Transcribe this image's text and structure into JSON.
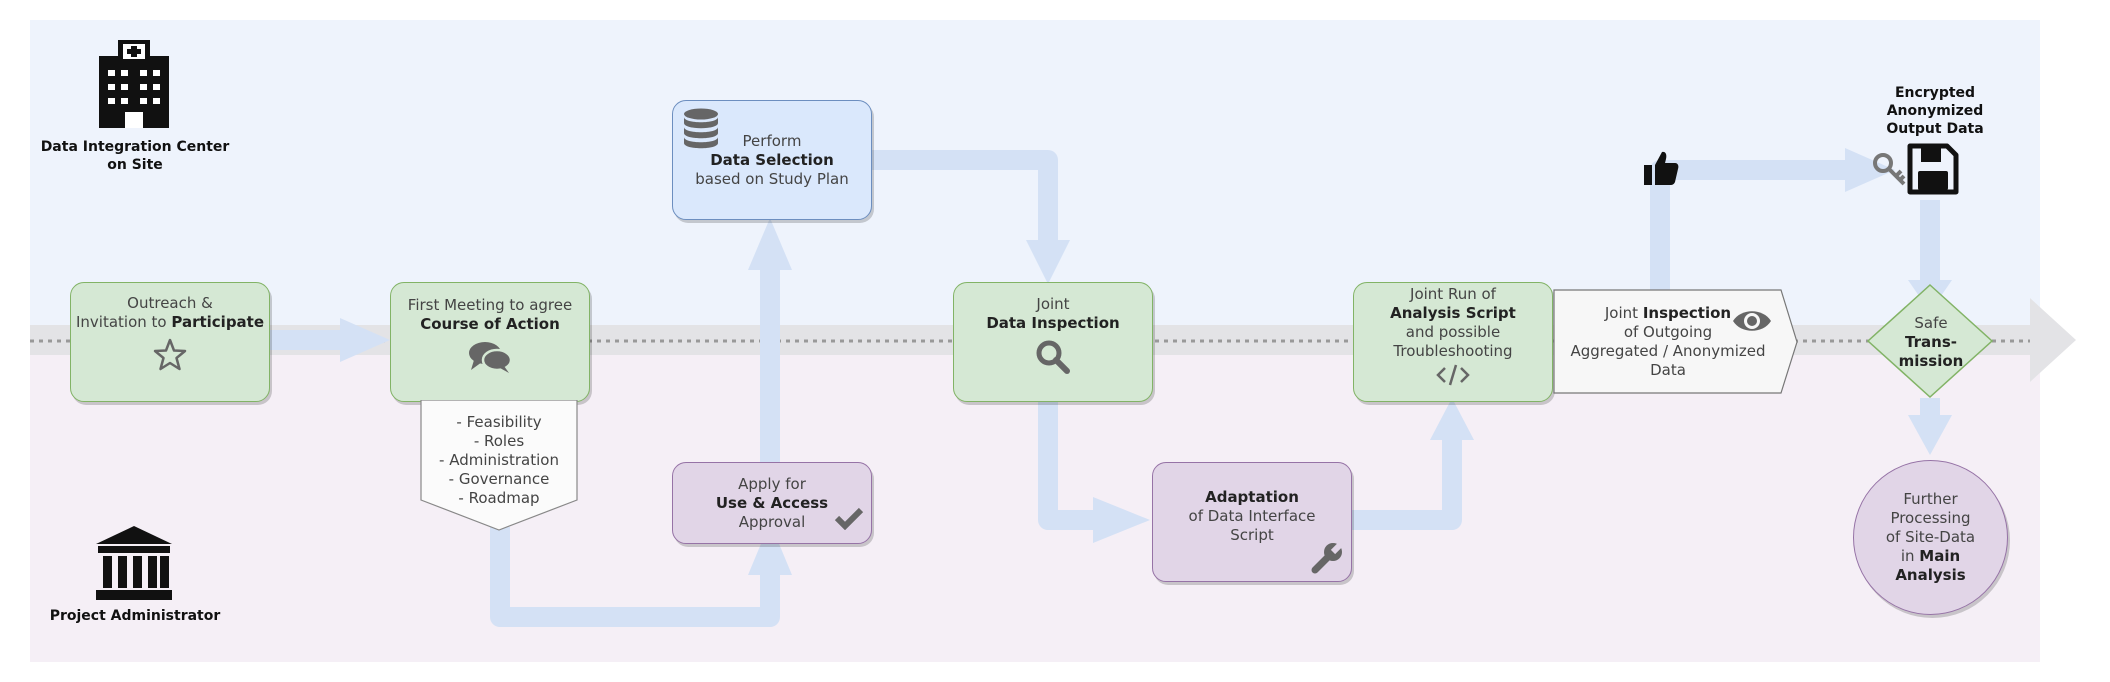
{
  "actors": {
    "site": {
      "line1": "Data Integration Center",
      "line2": "on Site"
    },
    "admin": {
      "label": "Project Administrator"
    },
    "output": {
      "line1": "Encrypted",
      "line2": "Anonymized",
      "line3": "Output Data"
    }
  },
  "nodes": {
    "outreach": {
      "l1": "Outreach &",
      "l2a": "Invitation to ",
      "l2b": "Participate"
    },
    "meeting": {
      "l1": "First Meeting to agree",
      "l2": "Course of Action"
    },
    "agenda": {
      "items": [
        "- Feasibility",
        "- Roles",
        "- Administration",
        "- Governance",
        "- Roadmap"
      ]
    },
    "selection": {
      "l1": "Perform",
      "l2": "Data Selection",
      "l3": "based on Study Plan"
    },
    "approval": {
      "l1": "Apply for",
      "l2": "Use & Access",
      "l3": "Approval"
    },
    "inspection": {
      "l1": "Joint",
      "l2": "Data Inspection"
    },
    "adaptation": {
      "l1": "Adaptation",
      "l2": "of Data Interface",
      "l3": "Script"
    },
    "jointrun": {
      "l1": "Joint Run of",
      "l2": "Analysis Script",
      "l3": "and possible",
      "l4": "Troubleshooting"
    },
    "outgoing": {
      "l1a": "Joint ",
      "l1b": "Inspection",
      "l2": "of Outgoing",
      "l3": "Aggregated / Anonymized",
      "l4": "Data"
    },
    "transmission": {
      "l1": "Safe",
      "l2": "Trans-",
      "l3": "mission"
    },
    "further": {
      "l1": "Further",
      "l2": "Processing",
      "l3": "of Site-Data",
      "l4": "in ",
      "l4b": "Main",
      "l5": "Analysis"
    }
  },
  "colors": {
    "green_fill": "#d5e8d4",
    "blue_fill": "#dae8fc",
    "purple_fill": "#e1d5e7",
    "arrow": "#d4e1f5",
    "lane_top": "#eef3fc",
    "lane_bottom": "#f5eff6"
  }
}
